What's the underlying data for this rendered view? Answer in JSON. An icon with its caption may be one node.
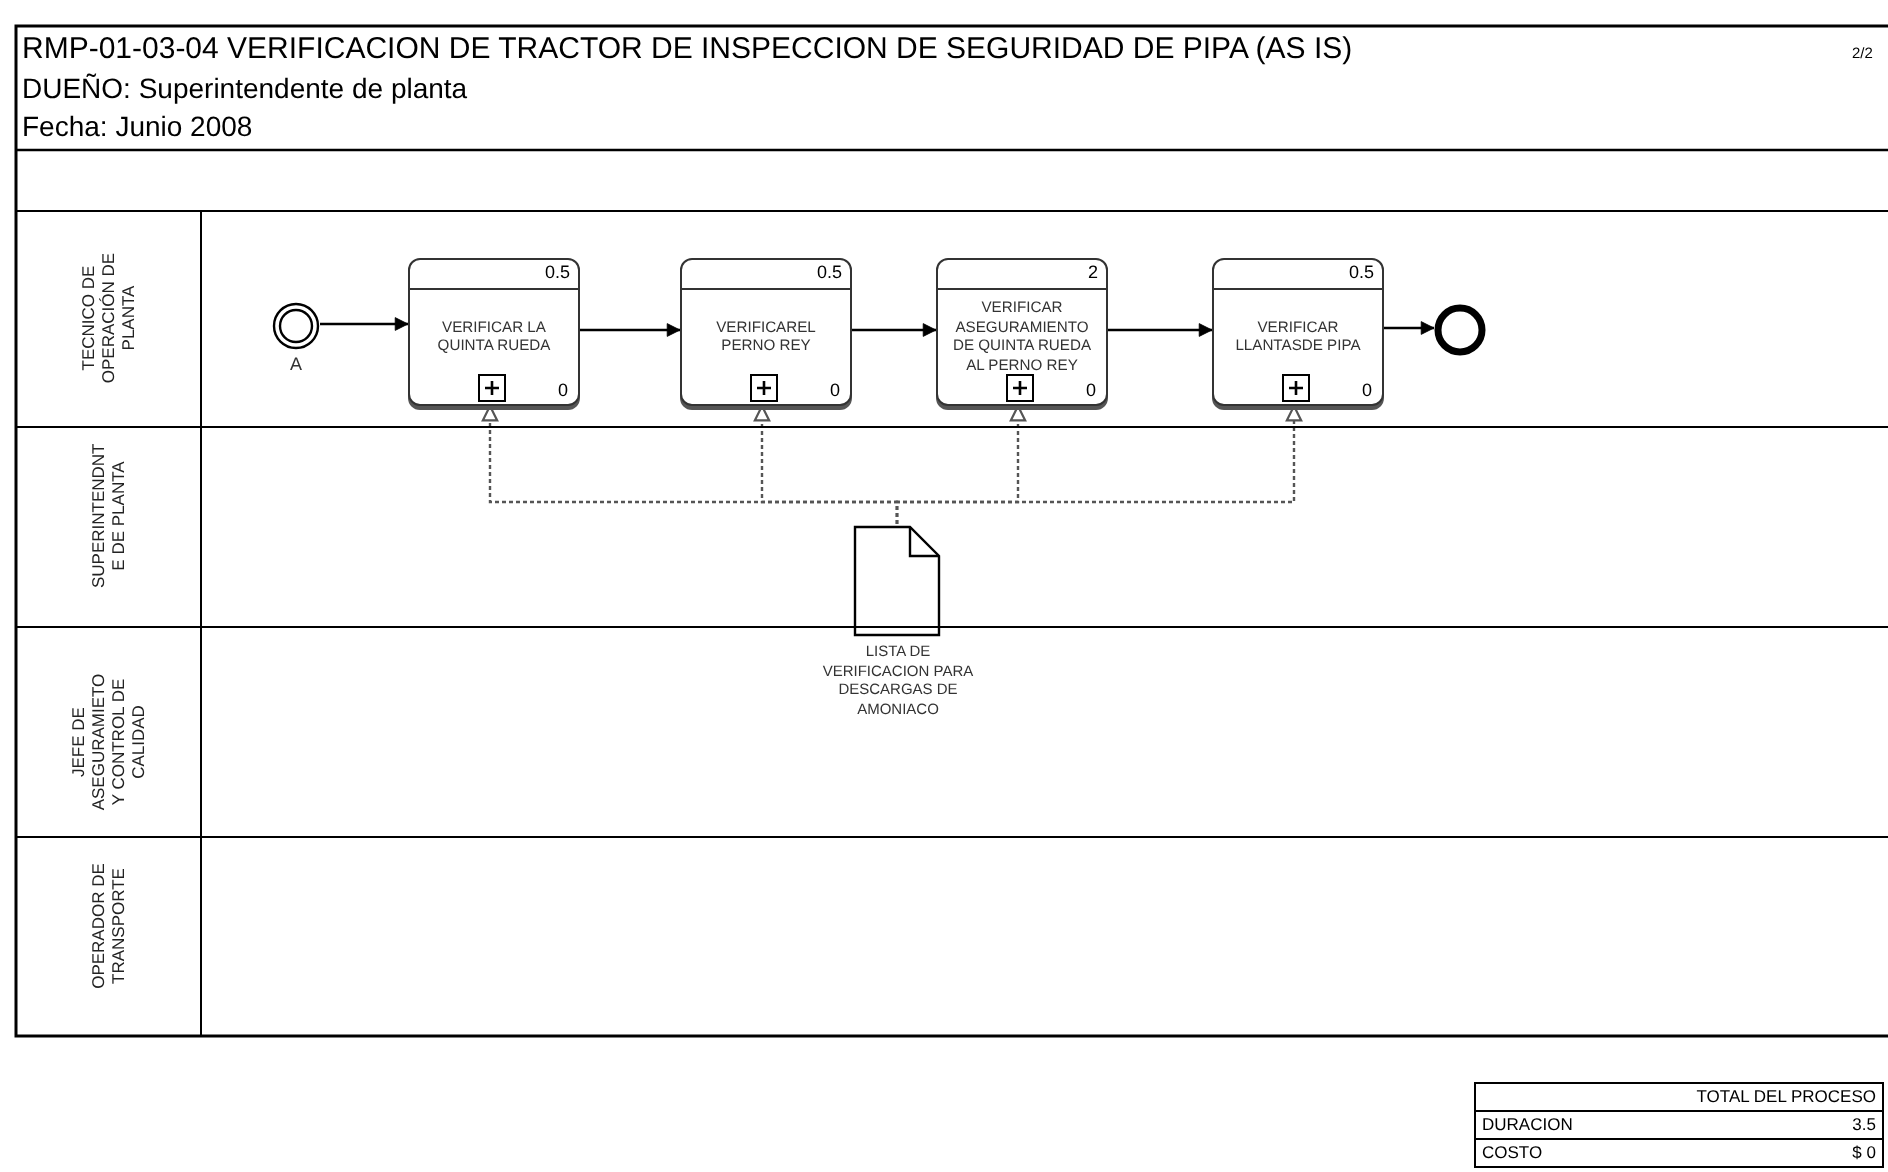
{
  "diagram": {
    "title": "RMP-01-03-04 VERIFICACION DE TRACTOR DE INSPECCION DE SEGURIDAD DE PIPA (AS IS)",
    "nodes": [
      {
        "text": [
          "TECNICO DE OPERACIÓN DE PLANTA"
        ]
      },
      {
        "text": [
          "SUPERINTENDNT E DE PLANTA"
        ]
      },
      {
        "text": [
          "JEFE DE ASEGURAMIETO Y CONTROL DE CALIDAD"
        ]
      },
      {
        "text": [
          "OPERADOR DE TRANSPORTE"
        ]
      },
      {
        "text": [],
        "shape": "circle",
        "beside": [
          "A"
        ],
        "in": 0
      },
      {
        "text": [
          "0.5",
          "VERIFICAR LA QUINTA RUEDA",
          "0"
        ],
        "in": 0
      },
      {
        "text": [
          "0.5",
          "VERIFICAREL PERNO REY",
          "0"
        ],
        "in": 0
      },
      {
        "text": [
          "2",
          "VERIFICAR ASEGURAMIENTO DE QUINTA RUEDA AL PERNO REY",
          "0"
        ],
        "in": 0
      },
      {
        "text": [
          "0.5",
          "VERIFICAR LLANTASDE PIPA",
          "0"
        ],
        "in": 0
      },
      {
        "text": [],
        "shape": "circle",
        "in": 0
      },
      {
        "text": [],
        "shape": "document",
        "in": 1
      }
    ],
    "edges": [
      {
        "from": 4,
        "to": 5,
        "arrow": "to"
      },
      {
        "from": 5,
        "to": 6,
        "arrow": "to"
      },
      {
        "from": 6,
        "to": 7,
        "arrow": "to"
      },
      {
        "from": 7,
        "to": 8,
        "arrow": "to"
      },
      {
        "from": 8,
        "to": 9,
        "arrow": "to"
      },
      {
        "from": 10,
        "to": 5,
        "arrow": "to",
        "style": "dashed",
        "color": "#555555"
      },
      {
        "from": 10,
        "to": 6,
        "arrow": "to",
        "style": "dashed",
        "color": "#555555"
      },
      {
        "from": 10,
        "to": 7,
        "arrow": "to",
        "style": "dashed",
        "color": "#555555"
      },
      {
        "from": 10,
        "to": 8,
        "arrow": "to",
        "style": "dashed",
        "color": "#555555"
      }
    ],
    "labels": [
      "LISTA DE VERIFICACION PARA DESCARGAS DE AMONIACO",
      "2/2",
      "DUEÑO: Superintendente de planta",
      "Fecha: Junio 2008",
      "TOTAL DEL PROCESO",
      "DURACION",
      "3.5",
      "COSTO",
      "$ 0"
    ]
  }
}
